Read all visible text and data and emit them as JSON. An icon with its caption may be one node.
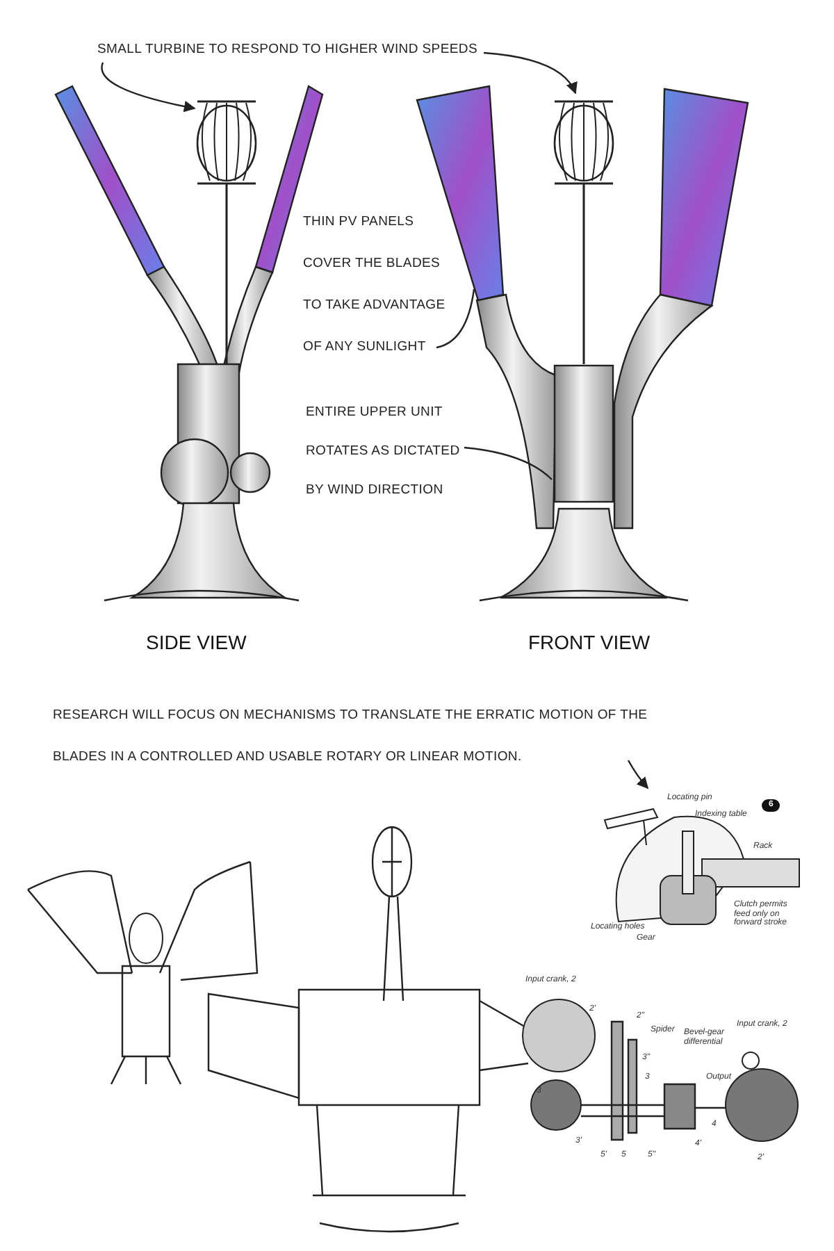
{
  "diagram": {
    "nodes": [
      {
        "text": [
          "SMALL TURBINE TO RESPOND TO HIGHER WIND SPEEDS"
        ]
      },
      {
        "text": [],
        "shape": "picture"
      },
      {
        "text": [],
        "shape": "picture"
      },
      {
        "text": [
          "THIN PV PANELS COVER THE BLADES TO TAKE ADVANTAGE OF ANY SUNLIGHT"
        ]
      },
      {
        "text": [],
        "shape": "picture"
      },
      {
        "text": [
          "ENTIRE UPPER UNIT ROTATES AS DICTATED BY WIND DIRECTION"
        ]
      },
      {
        "text": [],
        "shape": "cylinder"
      },
      {
        "text": [
          "RESEARCH WILL FOCUS ON MECHANISMS TO TRANSLATE THE ERRATIC MOTION OF THE BLADES IN A CONTROLLED AND USABLE ROTARY OR LINEAR MOTION."
        ]
      },
      {
        "text": [],
        "shape": "picture"
      }
    ],
    "edges": [
      {
        "from": 0,
        "to": 1,
        "arrow": "to"
      },
      {
        "from": 0,
        "to": 2,
        "arrow": "to"
      },
      {
        "from": 3,
        "to": 4,
        "arrow": "none"
      },
      {
        "from": 5,
        "to": 6,
        "arrow": "none"
      },
      {
        "from": 7,
        "to": 8,
        "arrow": "to"
      }
    ],
    "labels": [
      "SIDE VIEW",
      "FRONT VIEW",
      "Locating pin",
      "Indexing table",
      "6",
      "Rack",
      "Locating holes",
      "Gear",
      "Clutch permits feed only on forward stroke",
      "Input crank, 2",
      "2'",
      "2\"",
      "Spider",
      "Bevel-gear differential",
      "3\"",
      "3",
      "3",
      "3'",
      "Output",
      "4",
      "4'",
      "5'",
      "5",
      "5\"",
      "Input crank, 2",
      "2'"
    ]
  }
}
